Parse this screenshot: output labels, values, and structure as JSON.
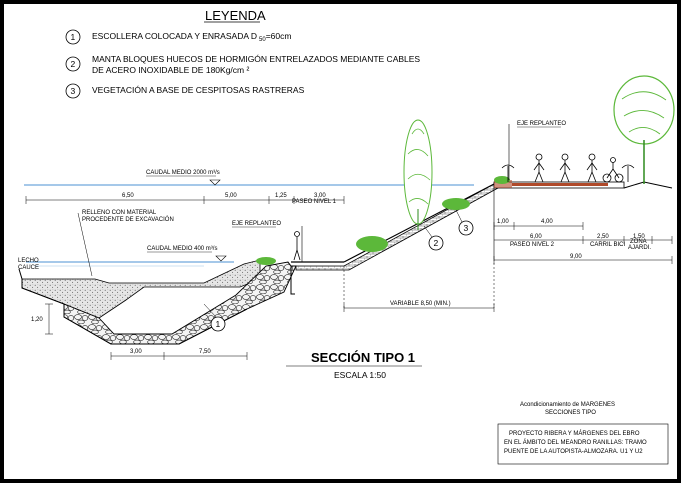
{
  "legend": {
    "title": "LEYENDA",
    "items": [
      {
        "num": "1",
        "line1": "ESCOLLERA COLOCADA Y ENRASADA D",
        "sub": "50",
        "after": "=60cm",
        "line2": ""
      },
      {
        "num": "2",
        "line1": "MANTA BLOQUES HUECOS DE HORMIGÓN ENTRELAZADOS MEDIANTE CABLES",
        "line2": "DE ACERO INOXIDABLE DE 180Kg/cm ²"
      },
      {
        "num": "3",
        "line1": "VEGETACIÓN A BASE DE CESPITOSAS RASTRERAS",
        "line2": ""
      }
    ]
  },
  "labels": {
    "caudal_2000": "CAUDAL MEDIO 2000 m³/s",
    "caudal_400": "CAUDAL MEDIO 400 m³/s",
    "relleno_1": "RELLENO CON MATERIAL",
    "relleno_2": "PROCEDENTE DE EXCAVACIÓN",
    "eje_replanteo_1": "EJE REPLANTEO",
    "eje_replanteo_2": "EJE REPLANTEO",
    "lecho_1": "LECHO",
    "lecho_2": "CAUCE",
    "paseo_nivel_1": "PASEO NIVEL 1",
    "paseo_nivel_2": "PASEO NIVEL 2",
    "carril_bici": "CARRIL BICI",
    "zona_1": "ZONA",
    "zona_2": "AJARDI.",
    "variable": "VARIABLE 8,50 (MIN.)",
    "callout_1": "1",
    "callout_2": "2",
    "callout_3": "3"
  },
  "dimensions": {
    "d_650": "6,50",
    "d_500": "5,00",
    "d_125": "1,25",
    "d_300_top": "3,00",
    "d_120": "1,20",
    "d_300_bot": "3,00",
    "d_750": "7,50",
    "d_100": "1,00",
    "d_400": "4,00",
    "d_600": "6,00",
    "d_250": "2,50",
    "d_150": "1,50",
    "d_900": "9,00"
  },
  "section": {
    "title": "SECCIÓN TIPO 1",
    "scale": "ESCALA 1:50"
  },
  "title_block": {
    "line1": "Acondicionamiento de MARGENES",
    "line2": "SECCIONES TIPO",
    "box1": "PROYECTO RIBERA Y MÁRGENES DEL EBRO",
    "box2": "EN EL ÁMBITO DEL MEANDRO RANILLAS: TRAMO",
    "box3": "PUENTE DE LA AUTOPISTA-ALMOZARA. U1 Y U2"
  },
  "colors": {
    "frame": "#000000",
    "paper": "#ffffff",
    "water": "#6fa8dc",
    "vegetation": "#5cb83a",
    "vegetation_dark": "#2e8b1e",
    "fill": "#c8c8c8",
    "paving": "#b04a2a"
  }
}
